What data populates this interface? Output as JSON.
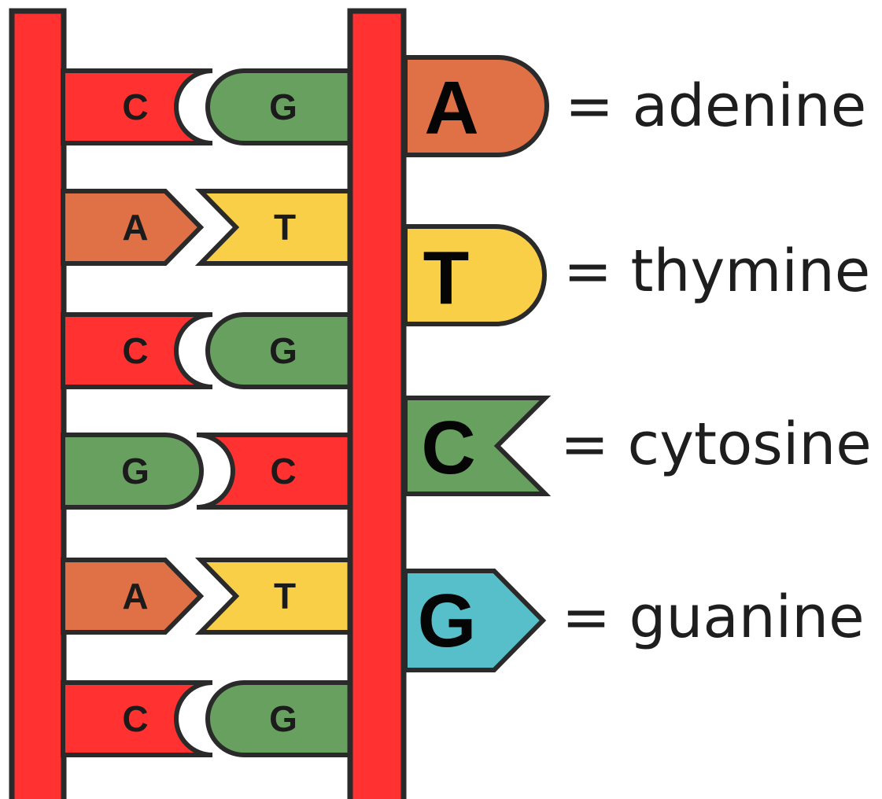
{
  "colors": {
    "backbone": "#ff3131",
    "adenine": "#e07045",
    "thymine": "#f8cf47",
    "cytosine": "#ff3131",
    "guanine": "#68a15f",
    "key_cytosine": "#68a15f",
    "key_guanine": "#56bfc9",
    "outline": "#2a2a2a"
  },
  "base_pairs": [
    {
      "left": "C",
      "right": "G"
    },
    {
      "left": "A",
      "right": "T"
    },
    {
      "left": "C",
      "right": "G"
    },
    {
      "left": "G",
      "right": "C"
    },
    {
      "left": "A",
      "right": "T"
    },
    {
      "left": "C",
      "right": "G"
    }
  ],
  "legend": [
    {
      "letter": "A",
      "label": "= adenine"
    },
    {
      "letter": "T",
      "label": "= thymine"
    },
    {
      "letter": "C",
      "label": "= cytosine"
    },
    {
      "letter": "G",
      "label": "= guanine"
    }
  ]
}
